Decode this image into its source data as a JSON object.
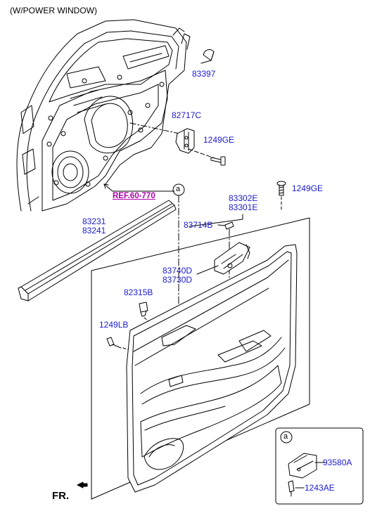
{
  "header": {
    "title": "(W/POWER WINDOW)"
  },
  "reference": {
    "label": "REF.60-770"
  },
  "callouts": {
    "main": "a",
    "detail": "a"
  },
  "parts": {
    "p83397": "83397",
    "p82717C": "82717C",
    "p1249GE_top": "1249GE",
    "p1249GE_mid": "1249GE",
    "p83302E": "83302E",
    "p83301E": "83301E",
    "p83231": "83231",
    "p83241": "83241",
    "p83714B": "83714B",
    "p83740D": "83740D",
    "p83730D": "83730D",
    "p82315B": "82315B",
    "p1249LB": "1249LB",
    "p93580A": "93580A",
    "p1243AE": "1243AE"
  },
  "direction": {
    "label": "FR."
  },
  "colors": {
    "label": "#1a1ad0",
    "ref": "#b000b0",
    "line": "#000000"
  }
}
